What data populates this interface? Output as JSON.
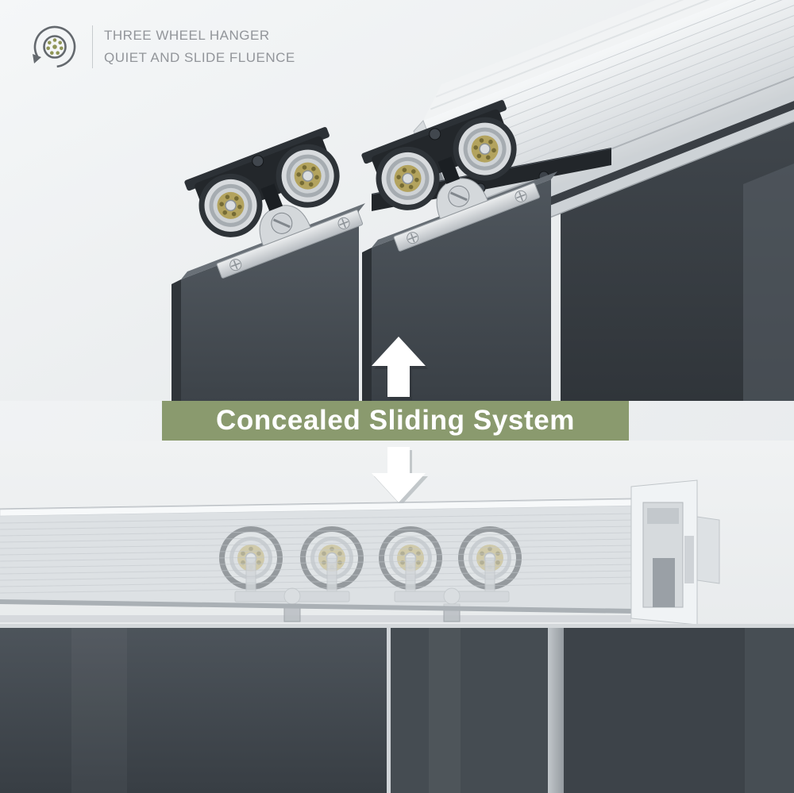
{
  "header": {
    "line1": "THREE WHEEL HANGER",
    "line2": "QUIET AND SLIDE FLUENCE",
    "icon": "bearing-rotation-icon",
    "text_color": "#92959a"
  },
  "banner": {
    "label": "Concealed Sliding System",
    "background": "#8a9a6e",
    "text_color": "#ffffff"
  },
  "icons": {
    "up_arrow": "up-arrow-icon",
    "down_arrow": "down-arrow-icon",
    "header_icon": "bearing-rotation-icon"
  },
  "colors": {
    "page_background": "#edeff1",
    "door_panel_dark": "#474d53",
    "track_silver": "#dfe3e6",
    "bearing_brass": "#b3a35e",
    "hardware_black": "#24282c",
    "arrow_white": "#ffffff"
  }
}
